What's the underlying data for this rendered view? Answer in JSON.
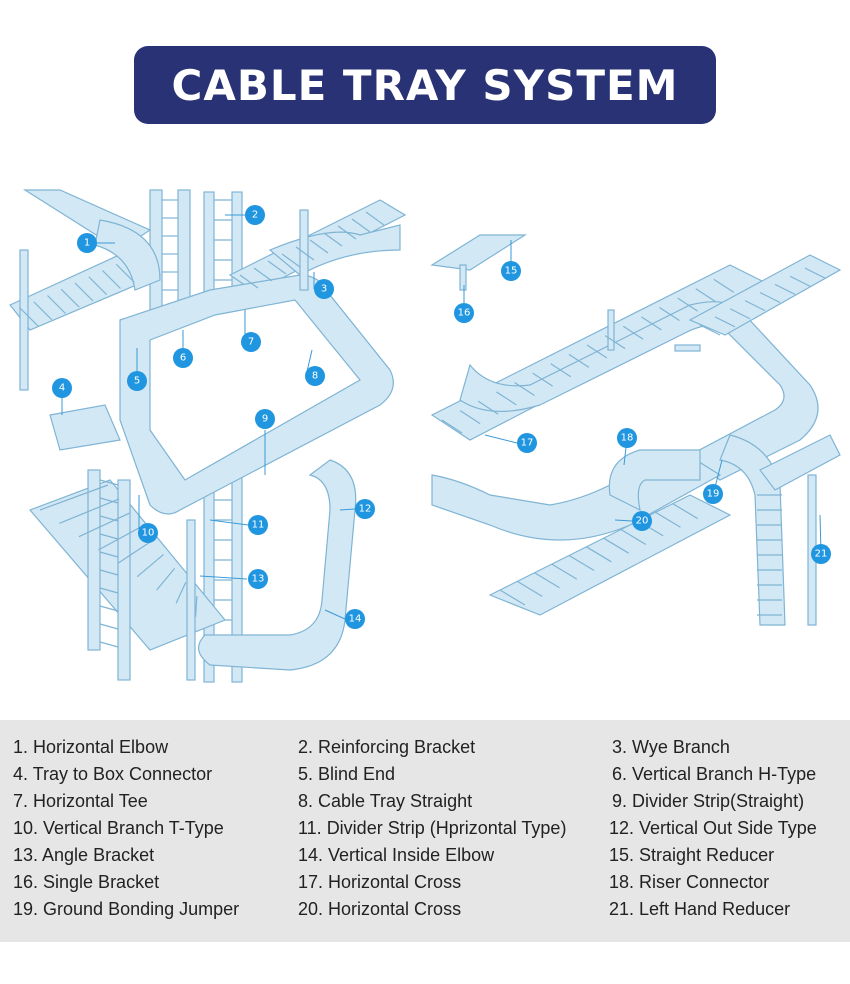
{
  "title": "CABLE TRAY SYSTEM",
  "colors": {
    "title_bg": "#2a3276",
    "marker": "#2196e0",
    "tray_line": "#7fb4d4",
    "tray_fill": "#d3e8f5",
    "legend_bg": "#e6e6e6"
  },
  "diagram_left": {
    "markers": [
      "1",
      "2",
      "3",
      "4",
      "5",
      "6",
      "7",
      "8",
      "9",
      "10",
      "11",
      "12",
      "13",
      "14"
    ]
  },
  "diagram_right": {
    "markers": [
      "15",
      "16",
      "17",
      "18",
      "19",
      "20",
      "21"
    ]
  },
  "legend": {
    "items": [
      "1. Horizontal Elbow",
      "2. Reinforcing Bracket",
      "3. Wye Branch",
      "4. Tray to Box Connector",
      "5. Blind End",
      "6. Vertical Branch H-Type",
      "7. Horizontal Tee",
      "8. Cable Tray Straight",
      "9. Divider Strip(Straight)",
      "10. Vertical Branch T-Type",
      "11. Divider Strip (Hprizontal Type)",
      "12. Vertical Out Side Type",
      "13. Angle Bracket",
      "14. Vertical Inside Elbow",
      "15. Straight Reducer",
      "16. Single Bracket",
      "17. Horizontal Cross",
      "18. Riser Connector",
      "19. Ground Bonding Jumper",
      "20. Horizontal Cross",
      "21. Left Hand Reducer"
    ]
  }
}
